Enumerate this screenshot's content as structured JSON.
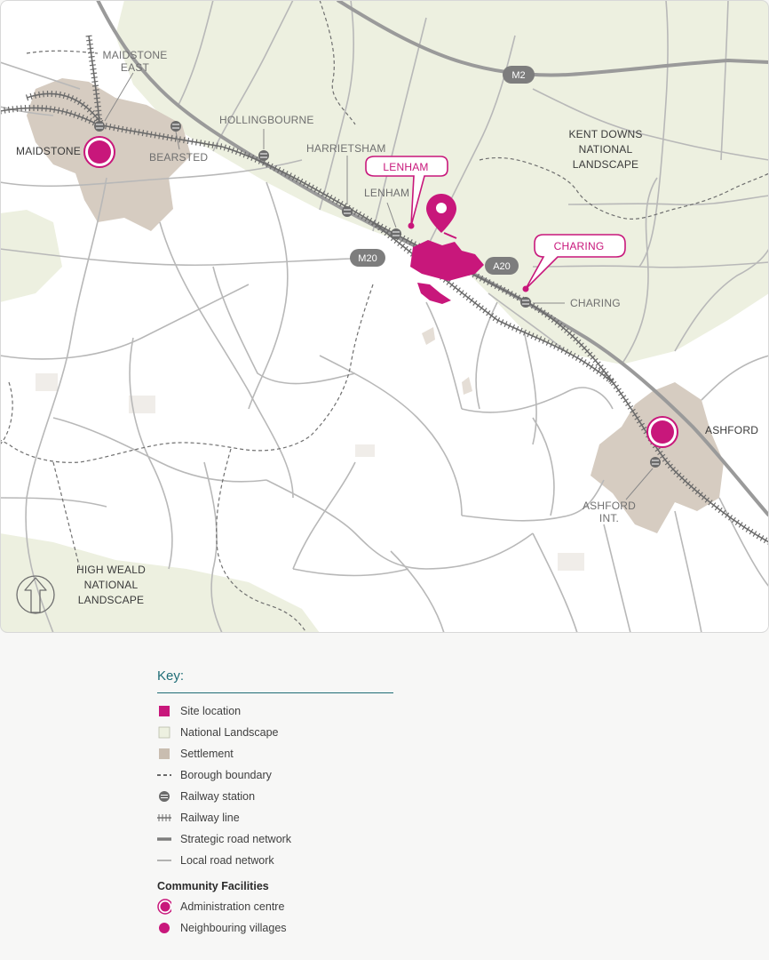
{
  "map": {
    "places": {
      "maidstone_east": [
        "MAIDSTONE",
        "EAST"
      ],
      "maidstone": "MAIDSTONE",
      "bearsted": "BEARSTED",
      "hollingbourne": "HOLLINGBOURNE",
      "harrietsham": "HARRIETSHAM",
      "lenham": "LENHAM",
      "charing": "CHARING",
      "ashford": "ASHFORD",
      "ashford_int": [
        "ASHFORD",
        "INT."
      ],
      "kent_downs": [
        "KENT DOWNS",
        "NATIONAL",
        "LANDSCAPE"
      ],
      "high_weald": [
        "HIGH WEALD",
        "NATIONAL",
        "LANDSCAPE"
      ]
    },
    "callouts": {
      "lenham": "LENHAM",
      "charing": "CHARING"
    },
    "roads": {
      "m2": "M2",
      "m20": "M20",
      "a20": "A20"
    },
    "compass_icon": "north-arrow-icon"
  },
  "key": {
    "title": "Key:",
    "items": [
      {
        "label": "Site location",
        "icon": "site-square-icon",
        "color": "#c8177b"
      },
      {
        "label": "National Landscape",
        "icon": "landscape-square-icon",
        "color": "#edf0e0"
      },
      {
        "label": "Settlement",
        "icon": "settlement-square-icon",
        "color": "#c9bdb0"
      },
      {
        "label": "Borough boundary",
        "icon": "dashed-line-icon"
      },
      {
        "label": "Railway station",
        "icon": "railway-station-icon"
      },
      {
        "label": "Railway line",
        "icon": "railway-line-icon"
      },
      {
        "label": "Strategic road network",
        "icon": "strategic-road-icon"
      },
      {
        "label": "Local road network",
        "icon": "local-road-icon"
      }
    ],
    "community_title": "Community Facilities",
    "community": [
      {
        "label": "Administration centre",
        "icon": "admin-centre-icon",
        "color": "#c8177b"
      },
      {
        "label": "Neighbouring villages",
        "icon": "village-dot-icon",
        "color": "#c8177b"
      }
    ]
  },
  "colors": {
    "accent": "#c8177b",
    "teal": "#1f6d76",
    "landscape": "#edf0e0",
    "settlement": "#c9bdb0",
    "road": "#9a9a9a"
  }
}
